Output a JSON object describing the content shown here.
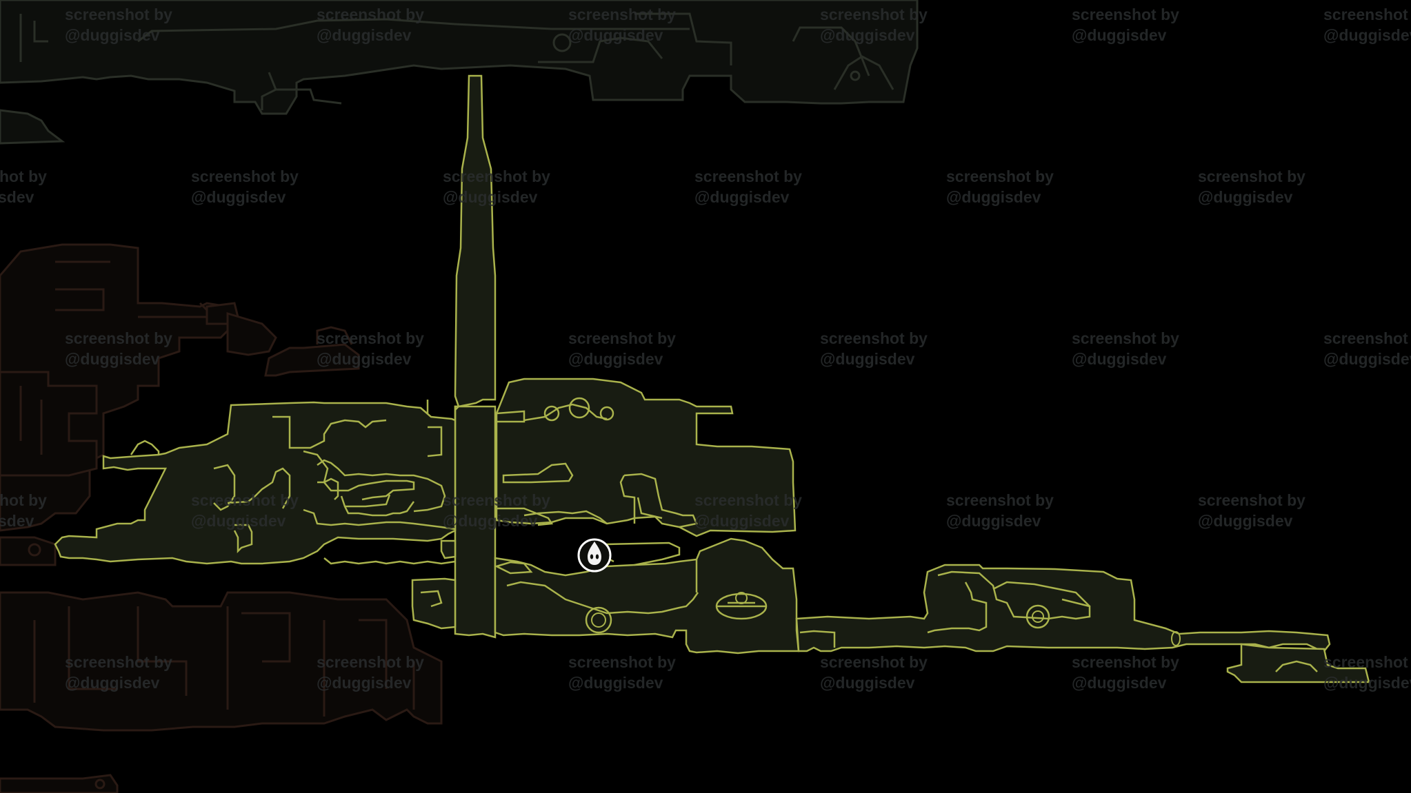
{
  "game": {
    "screen": "area-map",
    "watermark": {
      "line1": "screenshot by",
      "line2": "@duggisdev"
    }
  },
  "player_marker": {
    "icon": "knight-head-icon"
  },
  "map_rooms": {
    "active_area_color": "#aab34c",
    "active_area_fill": "#181c12",
    "dim_area_color": "#2a2f27",
    "dim_area_fill": "#0d0f0c",
    "dim_red_area_color": "#2a1a14",
    "background": "#000000"
  }
}
